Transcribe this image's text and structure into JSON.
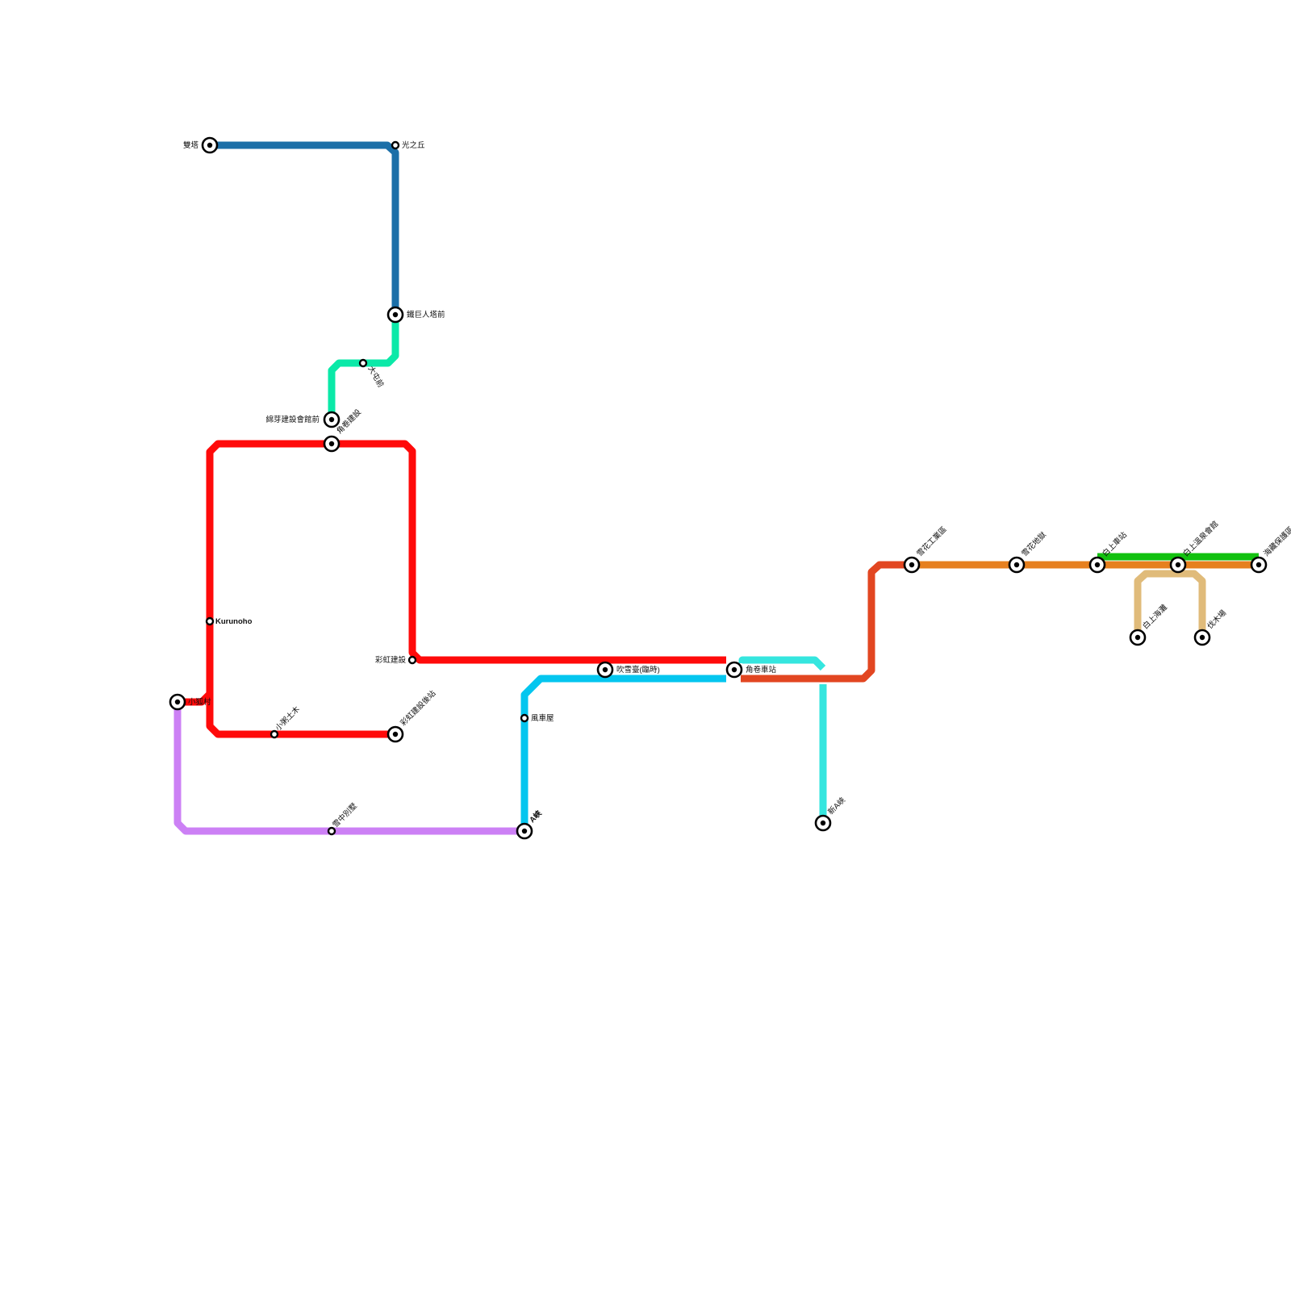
{
  "map": {
    "lines": [
      {
        "id": "line-blue-dark",
        "color": "#1b6fa8"
      },
      {
        "id": "line-mint",
        "color": "#0be9a8"
      },
      {
        "id": "line-red",
        "color": "#ff0a0a"
      },
      {
        "id": "line-violet",
        "color": "#cc80f5"
      },
      {
        "id": "line-cyan",
        "color": "#04c6ef"
      },
      {
        "id": "line-turquoise",
        "color": "#35e6df"
      },
      {
        "id": "line-vermilion",
        "color": "#e24621"
      },
      {
        "id": "line-orange",
        "color": "#e6801f"
      },
      {
        "id": "line-green",
        "color": "#12c10f"
      },
      {
        "id": "line-tan",
        "color": "#e0bb7a"
      }
    ],
    "stations": [
      {
        "id": "shuangta",
        "name": "雙塔",
        "type": "interchange"
      },
      {
        "id": "guangzhiqiu",
        "name": "光之丘",
        "type": "stop"
      },
      {
        "id": "tiejuren",
        "name": "鐵巨人塔前",
        "type": "interchange"
      },
      {
        "id": "datunqian",
        "name": "大屯前",
        "type": "stop"
      },
      {
        "id": "mianya",
        "name": "綿芽建設會館前",
        "type": "interchange"
      },
      {
        "id": "jiaojuan-jianshe",
        "name": "角卷建設",
        "type": "interchange"
      },
      {
        "id": "kurunoho",
        "name": "Kurunoho",
        "type": "stop"
      },
      {
        "id": "caihong-jianshe",
        "name": "彩虹建設",
        "type": "stop"
      },
      {
        "id": "west-terminal",
        "name": "小狐村",
        "type": "interchange"
      },
      {
        "id": "xiaomi-tumu",
        "name": "小粥土木",
        "type": "stop"
      },
      {
        "id": "caihong-houzhan",
        "name": "彩虹建設後站",
        "type": "interchange"
      },
      {
        "id": "xuezhong-biezhuang",
        "name": "雪中別墅",
        "type": "stop"
      },
      {
        "id": "a-xia",
        "name": "A峽",
        "type": "interchange"
      },
      {
        "id": "fengcheyu",
        "name": "風車屋",
        "type": "stop"
      },
      {
        "id": "chuixuetai",
        "name": "吹雪臺(臨時)",
        "type": "interchange"
      },
      {
        "id": "jiaojuan-chezhan",
        "name": "角卷車站",
        "type": "interchange"
      },
      {
        "id": "xin-a-xia",
        "name": "新A峽",
        "type": "interchange"
      },
      {
        "id": "xuehua-gongye",
        "name": "雪花工業區",
        "type": "interchange"
      },
      {
        "id": "xuehua-diyu",
        "name": "雪花地獄",
        "type": "interchange"
      },
      {
        "id": "bai-shangche",
        "name": "白上車站",
        "type": "interchange"
      },
      {
        "id": "bai-wenquan",
        "name": "白上溫泉會館",
        "type": "interchange"
      },
      {
        "id": "haichao",
        "name": "海藏保護區",
        "type": "interchange"
      },
      {
        "id": "bai-haitan",
        "name": "白上海灘",
        "type": "interchange"
      },
      {
        "id": "famuchang",
        "name": "伐木場",
        "type": "interchange"
      }
    ]
  }
}
